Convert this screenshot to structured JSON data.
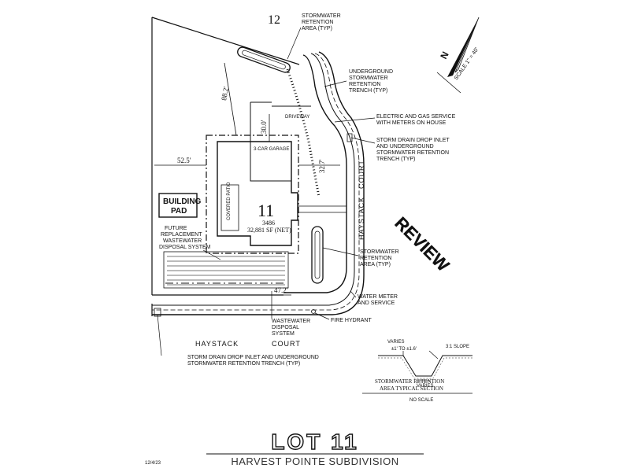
{
  "plan": {
    "lot_label_top": "12",
    "lot_number": "11",
    "lot_id": "3486",
    "lot_area": "32,881 SF (NET)",
    "building_pad": [
      "BUILDING",
      "PAD"
    ],
    "dims": {
      "d1": "88.2'",
      "d2": "30.0'",
      "d3": "52.5'",
      "d4": "32.7'",
      "d5": "47.2'"
    },
    "house_labels": {
      "driveway": "DRIVEWAY",
      "garage": "3-CAR GARAGE",
      "patio": "COVERED PATIO"
    },
    "streets": {
      "haystack_court_side_1": "HAYSTACK",
      "haystack_court_side_2": "COURT",
      "haystack_court_bottom_1": "HAYSTACK",
      "haystack_court_bottom_2": "COURT"
    },
    "callouts": {
      "stormwater_top": [
        "STORMWATER",
        "RETENTION",
        "AREA (TYP)"
      ],
      "underground_trench": [
        "UNDERGROUND",
        "STORMWATER",
        "RETENTION",
        "TRENCH (TYP)"
      ],
      "electric": [
        "ELECTRIC AND GAS SERVICE",
        "WITH METERS ON HOUSE"
      ],
      "storm_drain_right": [
        "STORM DRAIN DROP INLET",
        "AND UNDERGROUND",
        "STORMWATER RETENTION",
        "TRENCH (TYP)"
      ],
      "future_wastewater": [
        "FUTURE",
        "REPLACEMENT",
        "WASTEWATER",
        "DISPOSAL SYSTEM"
      ],
      "stormwater_right": [
        "STORMWATER",
        "RETENTION",
        "AREA (TYP)"
      ],
      "water_meter": [
        "WATER METER",
        "AND SERVICE"
      ],
      "fire_hydrant": "FIRE HYDRANT",
      "wastewater": [
        "WASTEWATER",
        "DISPOSAL",
        "SYSTEM"
      ],
      "storm_drain_bottom": [
        "STORM DRAIN DROP INLET AND UNDERGROUND",
        "STORMWATER RETENTION TRENCH (TYP)"
      ]
    },
    "review": "REVIEW",
    "scale_text": "SCALE 1\" = 40'",
    "section": {
      "varies_1": "VARIES",
      "varies_2": "±1' TO ±1.6'",
      "slope": "3:1 SLOPE",
      "varies_3": "VARIES",
      "title_1": "STORMWATER RETENTION",
      "title_2": "AREA TYPICAL SECTION",
      "no_scale": "NO SCALE"
    }
  },
  "title_block": {
    "lot_title": "LOT  11",
    "subdivision": "HARVEST POINTE SUBDIVISION",
    "date": "12/4/23"
  }
}
